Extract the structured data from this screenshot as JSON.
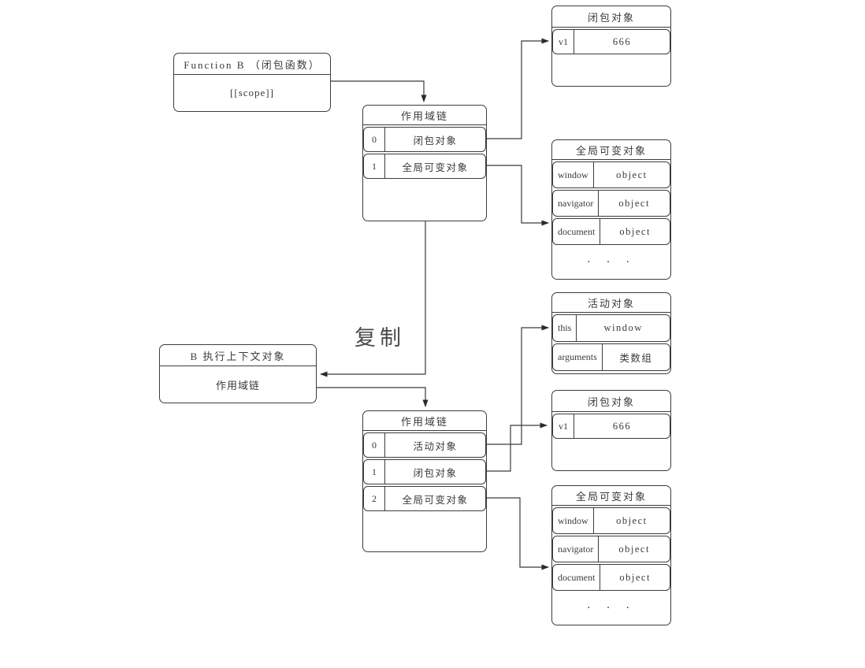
{
  "diagram": {
    "copy_label": "复制",
    "colors": {
      "line": "#3a3a3a",
      "text": "#3b3b3b",
      "background": "#ffffff"
    },
    "function_b": {
      "title": "Function B （闭包函数）",
      "body": "[[scope]]"
    },
    "exec_context": {
      "title": "B 执行上下文对象",
      "body": "作用域链"
    },
    "scope_chain_top": {
      "title": "作用域链",
      "rows": [
        {
          "key": "0",
          "value": "闭包对象"
        },
        {
          "key": "1",
          "value": "全局可变对象"
        }
      ]
    },
    "scope_chain_bottom": {
      "title": "作用域链",
      "rows": [
        {
          "key": "0",
          "value": "活动对象"
        },
        {
          "key": "1",
          "value": "闭包对象"
        },
        {
          "key": "2",
          "value": "全局可变对象"
        }
      ]
    },
    "closure_top": {
      "title": "闭包对象",
      "rows": [
        {
          "key": "v1",
          "value": "666"
        }
      ]
    },
    "closure_bottom": {
      "title": "闭包对象",
      "rows": [
        {
          "key": "v1",
          "value": "666"
        }
      ]
    },
    "global_top": {
      "title": "全局可变对象",
      "rows": [
        {
          "key": "window",
          "value": "object"
        },
        {
          "key": "navigator",
          "value": "object"
        },
        {
          "key": "document",
          "value": "object"
        }
      ],
      "dots": "· · ·"
    },
    "global_bottom": {
      "title": "全局可变对象",
      "rows": [
        {
          "key": "window",
          "value": "object"
        },
        {
          "key": "navigator",
          "value": "object"
        },
        {
          "key": "document",
          "value": "object"
        }
      ],
      "dots": "· · ·"
    },
    "active_obj": {
      "title": "活动对象",
      "rows": [
        {
          "key": "this",
          "value": "window"
        },
        {
          "key": "arguments",
          "value": "类数组"
        }
      ]
    }
  }
}
